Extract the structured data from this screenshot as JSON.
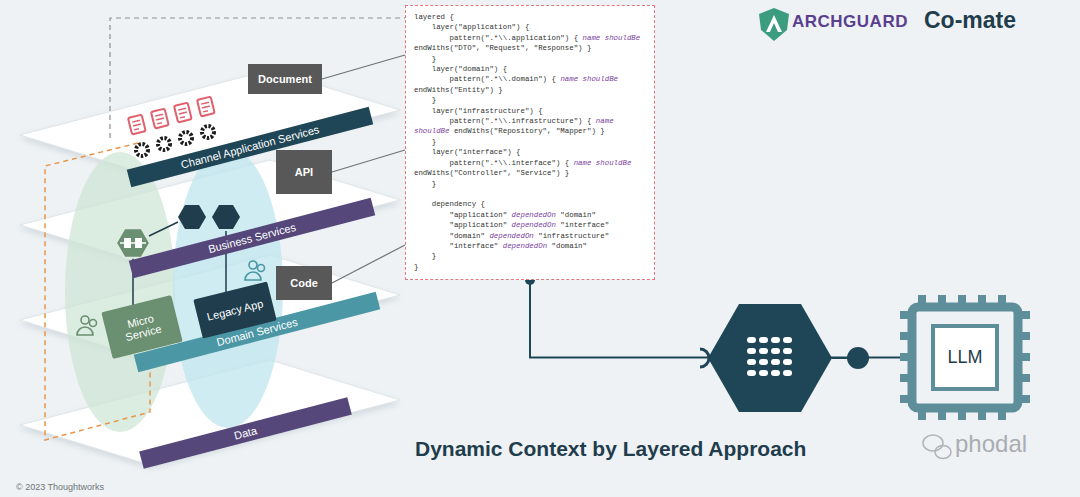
{
  "diagram": {
    "title": "Dynamic Context by Layered Approach",
    "nodes": [
      {
        "text": [
          "Document"
        ]
      },
      {
        "text": [
          "API"
        ]
      },
      {
        "text": [
          "Code"
        ]
      },
      {
        "text": [
          "layered {",
          "    layer(\"application\") {",
          "        pattern(\".*\\\\.application\") { name shouldBe endWiths(\"DTO\", \"Request\", \"Response\") }",
          "    }",
          "    layer(\"domain\") {",
          "        pattern(\".*\\\\.domain\") { name shouldBe endWiths(\"Entity\") }",
          "    }",
          "    layer(\"infrastructure\") {",
          "        pattern(\".*\\\\.infrastructure\") { name shouldBe endWiths(\"Repository\", \"Mapper\") }",
          "    }",
          "    layer(\"interface\") {",
          "        pattern(\".*\\\\.interface\") { name shouldBe endWiths(\"Controller\", \"Service\") }",
          "    }",
          "    dependency {",
          "        \"application\" dependedOn \"domain\"",
          "        \"application\" dependedOn \"interface\"",
          "        \"domain\" dependedOn \"infrastructure\"",
          "        \"interface\" dependedOn \"domain\"",
          "    }",
          "}"
        ]
      },
      {
        "text": [
          "Channel Application Services"
        ]
      },
      {
        "text": [
          "Business Services"
        ]
      },
      {
        "text": [
          "Domain Services"
        ]
      },
      {
        "text": [
          "Data"
        ]
      },
      {
        "text": [
          "Micro Service"
        ]
      },
      {
        "text": [
          "Legacy App"
        ]
      },
      {
        "text": [
          "LLM"
        ]
      }
    ],
    "edges": [
      {
        "from": 0,
        "to": 3,
        "arrow": "none"
      },
      {
        "from": 1,
        "to": 3,
        "arrow": "none"
      },
      {
        "from": 2,
        "to": 3,
        "arrow": "none"
      },
      {
        "from": 3,
        "to": 10,
        "arrow": "none"
      }
    ],
    "labels": [
      "ARCHGUARD",
      "Co-mate",
      "© 2023 Thoughtworks",
      "phodal"
    ]
  }
}
